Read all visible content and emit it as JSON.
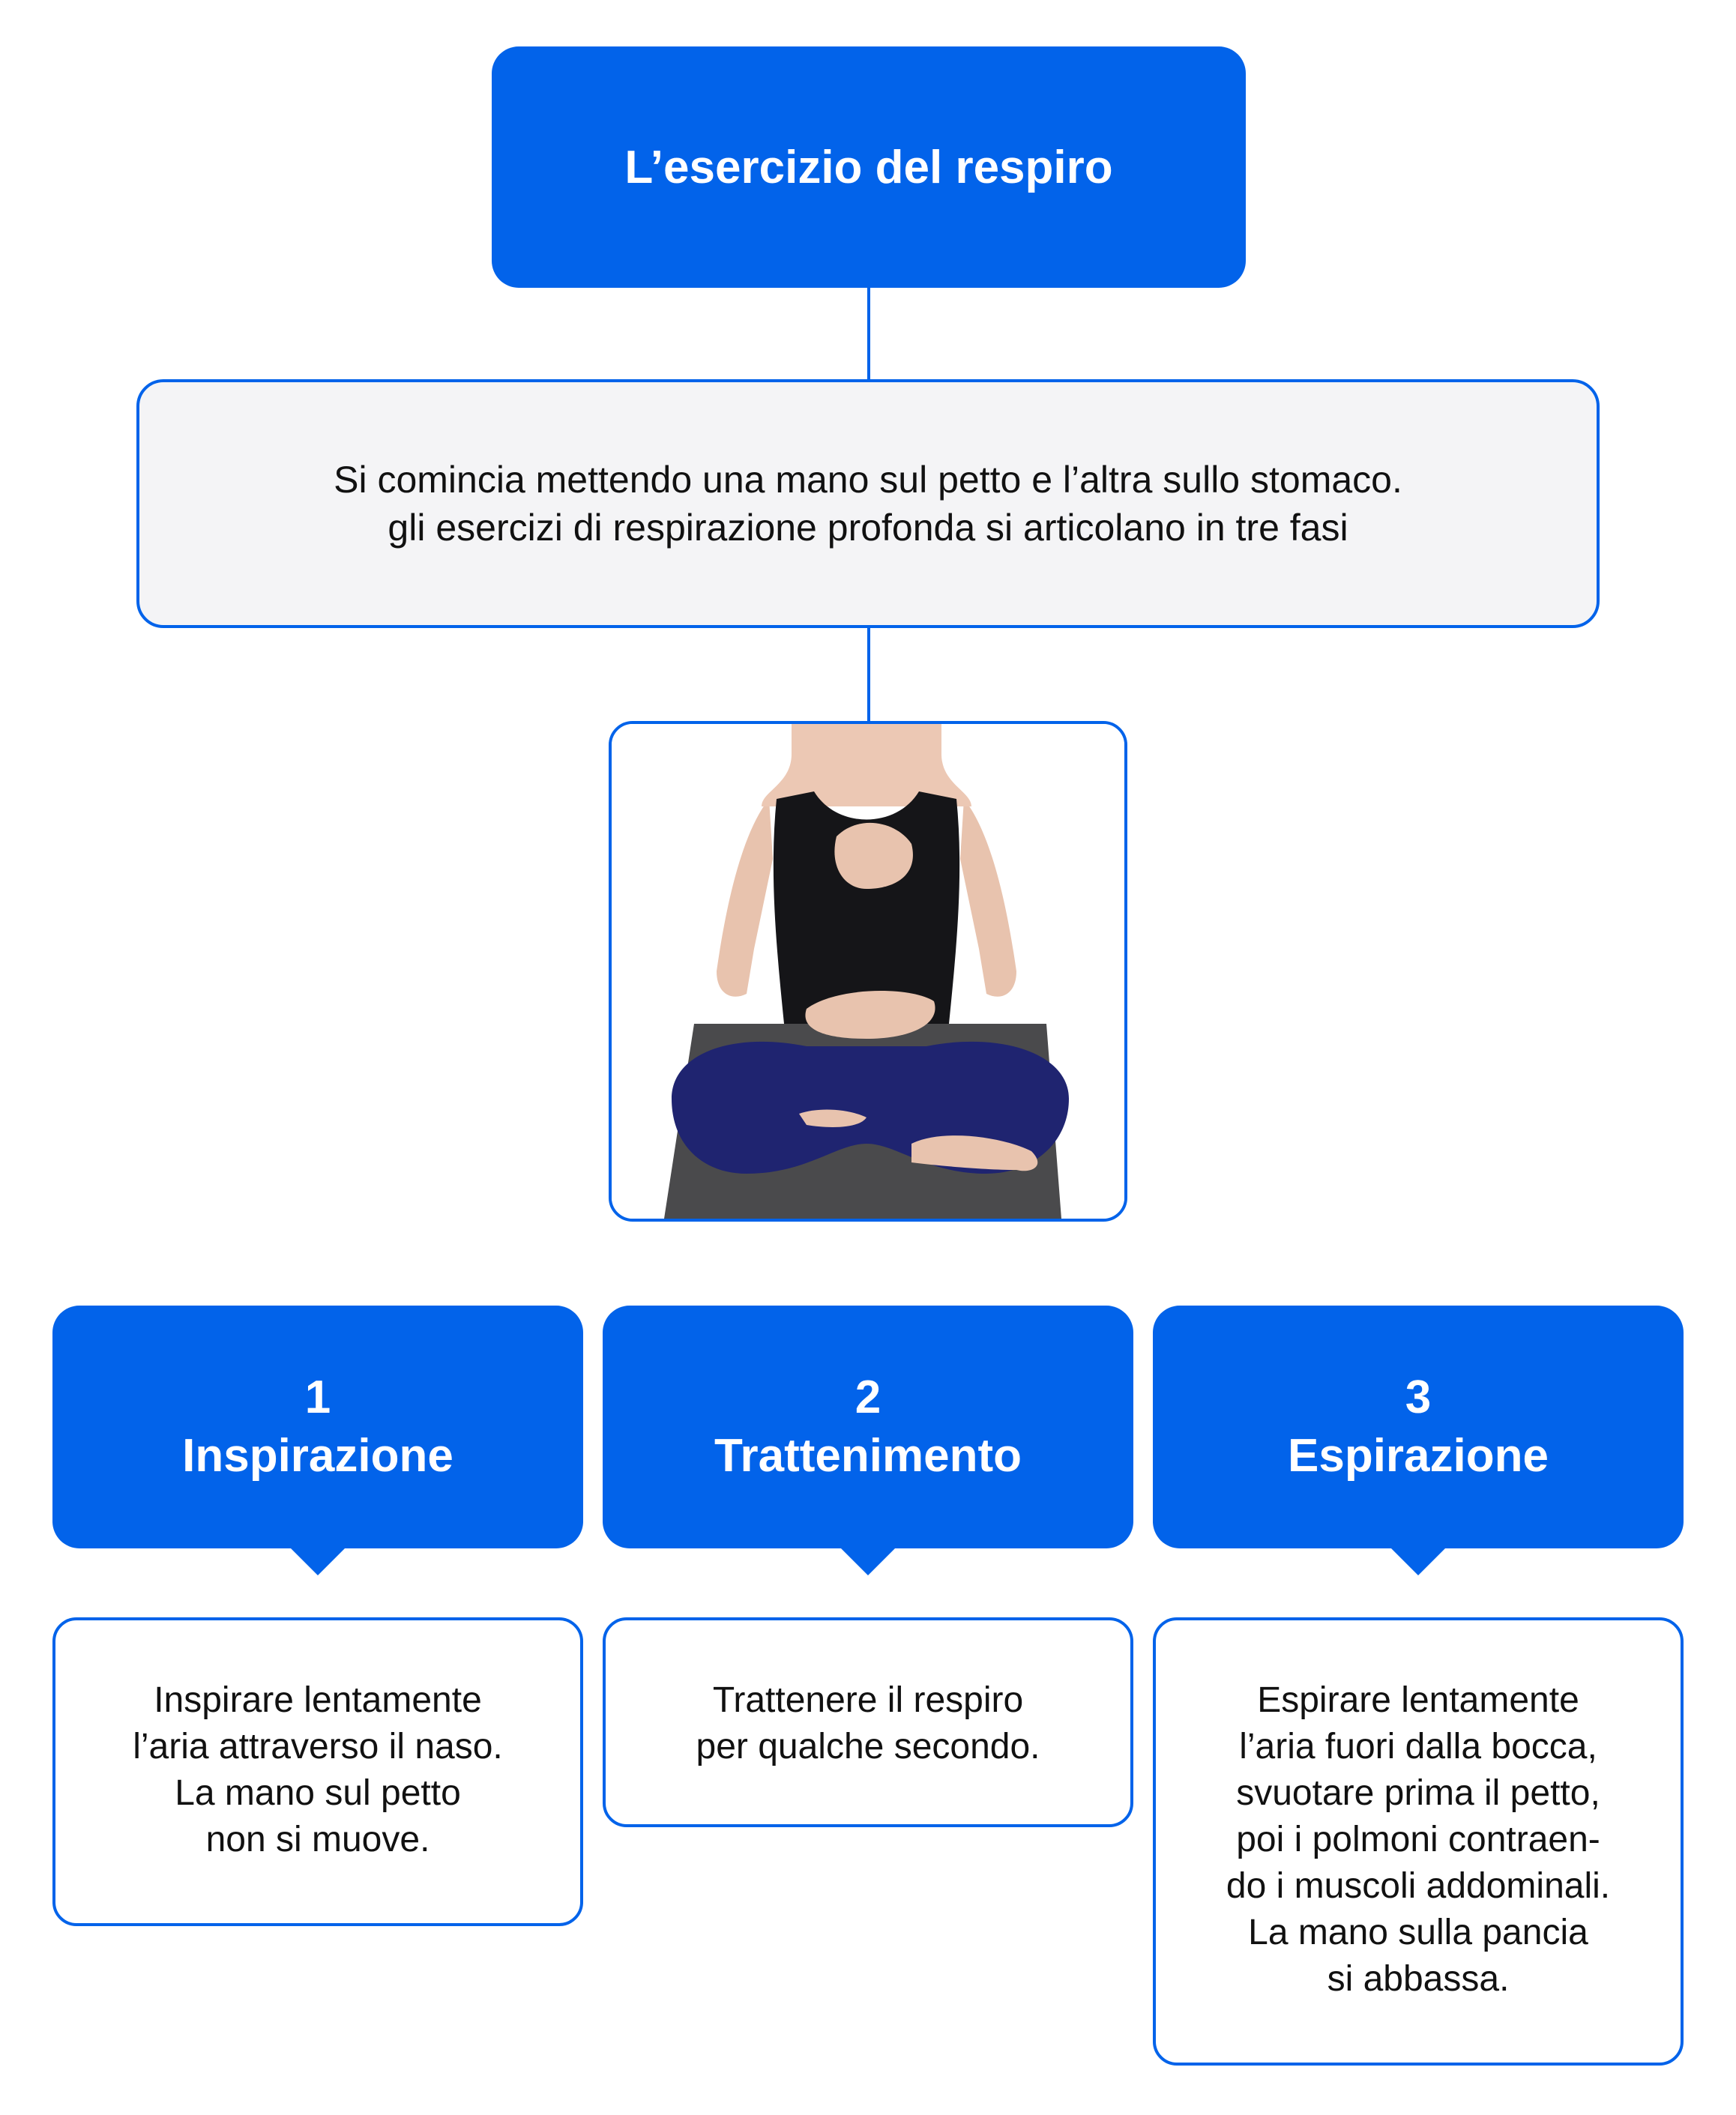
{
  "title": "L’esercizio del respiro",
  "intro": {
    "line1": "Si comincia mettendo una mano sul petto e l’altra sullo stomaco.",
    "line2": "gli esercizi di respirazione profonda si articolano in tre fasi"
  },
  "phases": [
    {
      "number": "1",
      "name": "Inspirazione",
      "lines": [
        "Inspirare lentamente",
        "l’aria attraverso il naso.",
        "La mano sul petto",
        "non si muove."
      ]
    },
    {
      "number": "2",
      "name": "Trattenimento",
      "lines": [
        "Trattenere il respiro",
        "per qualche secondo."
      ]
    },
    {
      "number": "3",
      "name": "Espirazione",
      "lines": [
        "Espirare lentamente",
        "l’aria fuori dalla bocca,",
        "svuotare prima il petto,",
        "poi i polmoni contraen-",
        "do i muscoli addominali.",
        "La mano sulla pancia",
        "si abbassa."
      ]
    }
  ],
  "colors": {
    "accent": "#0263ea",
    "intro_bg": "#f4f4f6"
  }
}
